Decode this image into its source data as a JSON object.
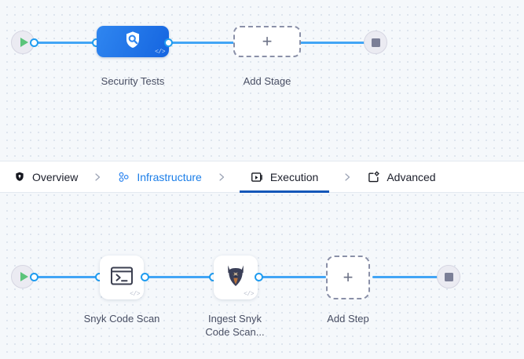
{
  "theme": {
    "accent_blue": "#1b7ee8",
    "wire_blue": "#42a5f5",
    "stage_blue": "#1565e0",
    "active_tab_underline": "#1356b8",
    "canvas_bg": "#f5f8fb",
    "caption_color": "#484e63",
    "play_green": "#5bc47a",
    "stop_grey": "#7b7f97"
  },
  "stages_canvas": {
    "start_node": {
      "icon": "play-icon"
    },
    "end_node": {
      "icon": "stop-icon"
    },
    "nodes": [
      {
        "id": "security-tests",
        "label": "Security Tests",
        "type": "stage",
        "icon": "shield-search-icon",
        "marker": "</>"
      },
      {
        "id": "add-stage",
        "label": "Add Stage",
        "type": "add",
        "icon": "plus-icon"
      }
    ]
  },
  "tabbar": {
    "separator_icon": "chevron-right-icon",
    "tabs": [
      {
        "id": "overview",
        "label": "Overview",
        "icon": "shield-icon",
        "state": "default"
      },
      {
        "id": "infrastructure",
        "label": "Infrastructure",
        "icon": "infrastructure-icon",
        "state": "link"
      },
      {
        "id": "execution",
        "label": "Execution",
        "icon": "execution-icon",
        "state": "active"
      },
      {
        "id": "advanced",
        "label": "Advanced",
        "icon": "advanced-gear-icon",
        "state": "default"
      }
    ]
  },
  "steps_canvas": {
    "start_node": {
      "icon": "play-icon"
    },
    "end_node": {
      "icon": "stop-icon"
    },
    "nodes": [
      {
        "id": "snyk-code-scan",
        "label": "Snyk Code Scan",
        "type": "step",
        "icon": "terminal-icon",
        "marker": "</>"
      },
      {
        "id": "ingest-snyk-code-scan",
        "label": "Ingest Snyk\nCode Scan...",
        "type": "step",
        "icon": "snyk-doberman-icon",
        "marker": "</>"
      },
      {
        "id": "add-step",
        "label": "Add Step",
        "type": "add",
        "icon": "plus-icon"
      }
    ]
  }
}
